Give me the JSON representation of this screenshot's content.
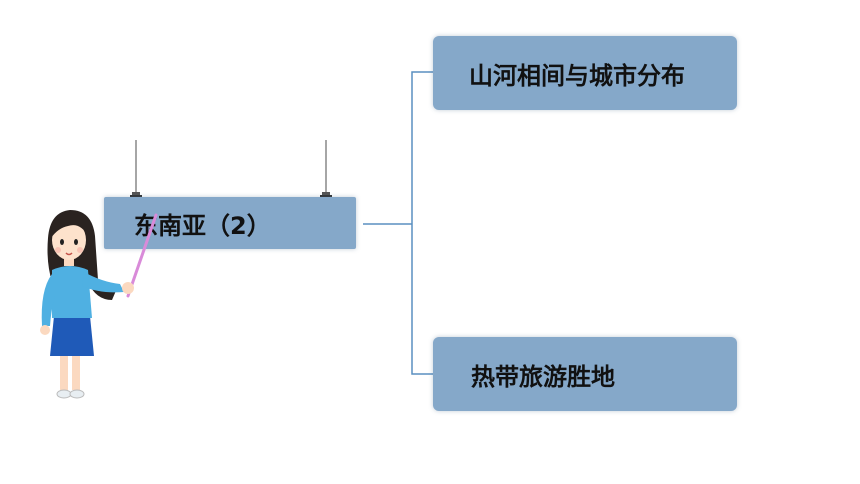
{
  "diagram": {
    "root": {
      "label": "东南亚（2）"
    },
    "branches": [
      {
        "label": "山河相间与城市分布"
      },
      {
        "label": "热带旅游胜地"
      }
    ]
  },
  "colors": {
    "box_fill": "#85a8c9",
    "connector": "#5a8fc0",
    "pointer": "#d98bd9"
  },
  "icons": [
    "teacher-illustration",
    "pointer-stick",
    "binder-clip"
  ]
}
